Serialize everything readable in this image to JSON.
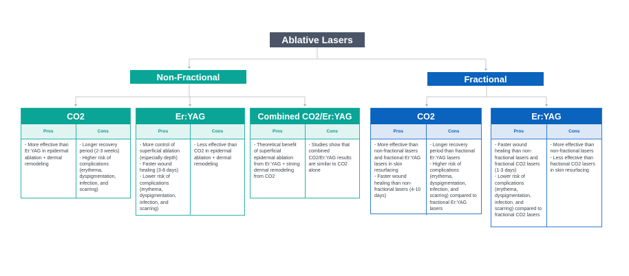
{
  "root": {
    "label": "Ablative Lasers",
    "color": "#4b5567"
  },
  "categories": [
    {
      "label": "Non-Fractional",
      "color": "#0aa596",
      "lasers": [
        {
          "title": "CO2",
          "pros_label": "Pros",
          "cons_label": "Cons",
          "pros": "- More effective than Er:YAG in epidermal ablation + dermal remodeling",
          "cons": "- Longer recovery period (2-3 weeks)\n- Higher risk of complications (erythema, dyspigmentation, infection, and scarring)"
        },
        {
          "title": "Er:YAG",
          "pros_label": "Pros",
          "cons_label": "Cons",
          "pros": "- More control of superficial ablation (especially depth)\n- Faster wound healing (3-8 days)\n- Lower risk of complications (erythema, dyspigmentation, infection, and scarring)",
          "cons": "- Less effective than CO2 in epidermal ablation + dermal remodeling"
        },
        {
          "title": "Combined CO2/Er:YAG",
          "pros_label": "Pros",
          "cons_label": "Cons",
          "pros": "- Theoretical benefit of superficial epidermal ablation from Er:YAG + strong dermal remodeling from CO2",
          "cons": "- Studies show that combined CO2/Er:YAG results are similar to CO2 alone"
        }
      ]
    },
    {
      "label": "Fractional",
      "color": "#0a63bd",
      "lasers": [
        {
          "title": "CO2",
          "pros_label": "Pros",
          "cons_label": "Cons",
          "pros": "- More effective than non-fractional lasers and fractional Er:YAG lasers in skin resurfacing\n- Faster wound healing than non-fractional lasers (4-10 days)",
          "cons": "- Longer recovery period than fractional Er:YAG lasers\n- Higher risk of complications (erythema, dyspigmentation, infection, and scarring) compared to fractional Er:YAG lasers"
        },
        {
          "title": "Er:YAG",
          "pros_label": "Pros",
          "cons_label": "Cons",
          "pros": "- Faster wound healing than non-fractional lasers and fractional CO2 lasers (1-3 days)\n- Lower risk of complications (erythema, dyspigmentation, infection, and scarring) compared to fractional CO2 lasers",
          "cons": "- More effective than non-fractional lasers\n- Less effective than fractional CO2 lasers in skin resurfacing"
        }
      ]
    }
  ]
}
